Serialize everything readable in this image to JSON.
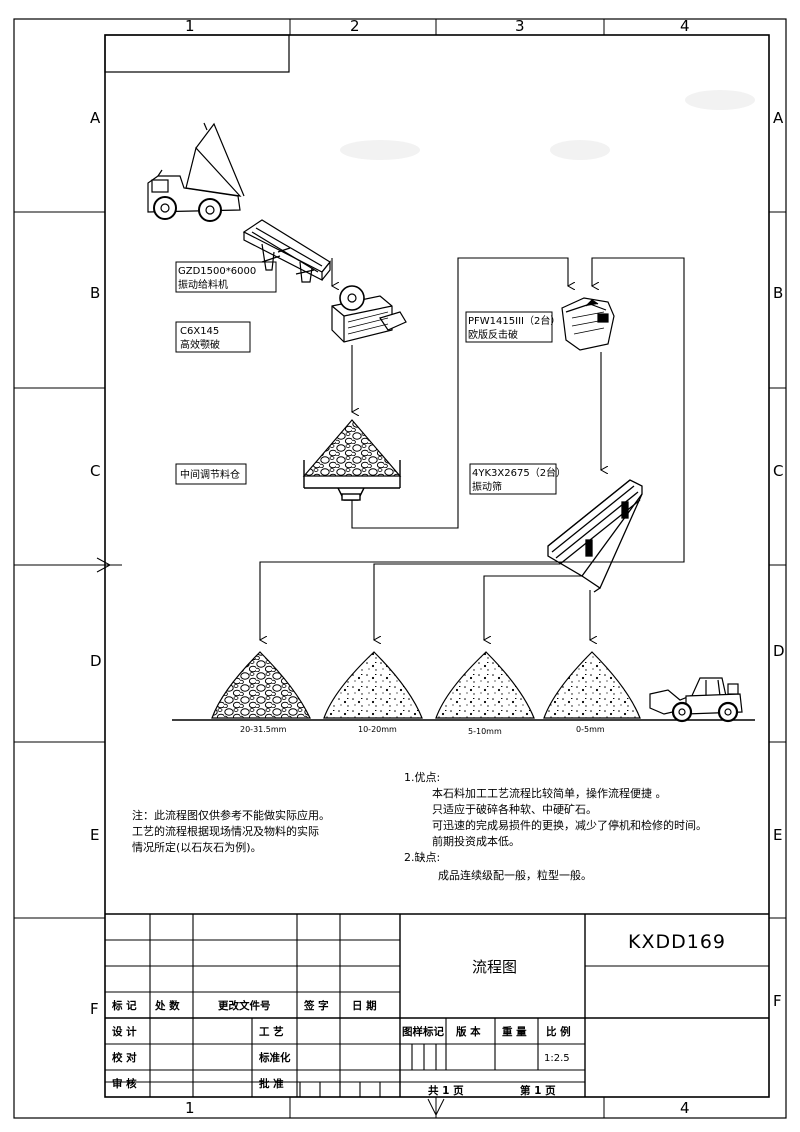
{
  "grid": {
    "cols": [
      "1",
      "2",
      "3",
      "4"
    ],
    "rows": [
      "A",
      "B",
      "C",
      "D",
      "E",
      "F"
    ]
  },
  "labels": {
    "feeder_model": "GZD1500*6000",
    "feeder_name": "振动给料机",
    "jaw_model": "C6X145",
    "jaw_name": "高效颚破",
    "bin_name": "中间调节料仓",
    "impact_model": "PFW1415III（2台）",
    "impact_name": "欧版反击破",
    "screen_model": "4YK3X2675（2台）",
    "screen_name": "振动筛"
  },
  "products": [
    "20-31.5mm",
    "10-20mm",
    "5-10mm",
    "0-5mm"
  ],
  "note": {
    "line1": "注：此流程图仅供参考不能做实际应用。",
    "line2": "工艺的流程根据现场情况及物料的实际",
    "line3": "情况所定(以石灰石为例)。"
  },
  "advantages": {
    "title": "1.优点:",
    "lines": [
      "本石料加工工艺流程比较简单，操作流程便捷 。",
      "只适应于破碎各种软、中硬矿石。",
      "可迅速的完成易损件的更换，减少了停机和检修的时间。",
      "前期投资成本低。"
    ]
  },
  "disadvantages": {
    "title": "2.缺点:",
    "lines": [
      "成品连续级配一般，粒型一般。"
    ]
  },
  "title_block": {
    "drawing_title": "流程图",
    "code": "KXDD169",
    "h_mark": "标 记",
    "h_count": "处 数",
    "h_doc": "更改文件号",
    "h_sign": "签 字",
    "h_date": "日 期",
    "design": "设 计",
    "check": "校 对",
    "review": "审 核",
    "craft": "工 艺",
    "standard": "标准化",
    "approve": "批 准",
    "pattern_mark": "图样标记",
    "version": "版 本",
    "weight": "重 量",
    "scale_label": "比 例",
    "scale_value": "1:2.5",
    "total_pages": "共 1 页",
    "page_no": "第 1 页"
  }
}
